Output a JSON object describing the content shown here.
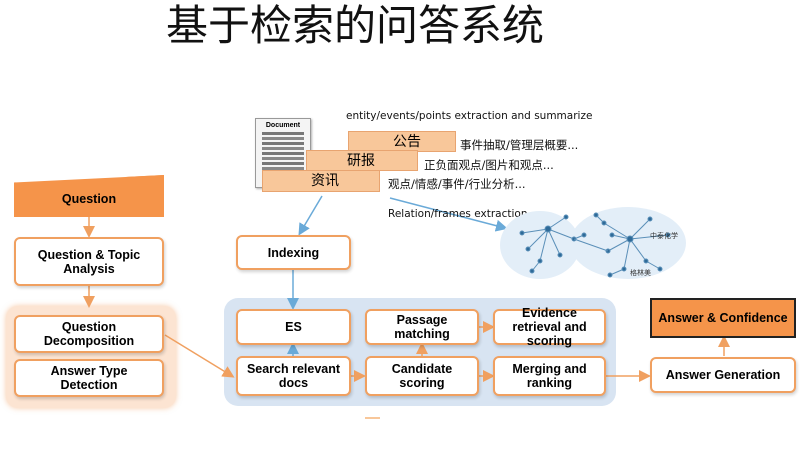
{
  "title": "基于检索的问答系统",
  "document_icon": {
    "label": "Document"
  },
  "doc_tags": {
    "gonggao": "公告",
    "yanbao": "研报",
    "zixun": "资讯"
  },
  "notes": {
    "entity_extraction": "entity/events/points  extraction  and  summarize",
    "gonggao_desc": "事件抽取/管理层概要...",
    "yanbao_desc": "正负面观点/图片和观点...",
    "zixun_desc": "观点/情感/事件/行业分析...",
    "relation_extraction": "Relation/frames  extraction"
  },
  "boxes": {
    "question": "Question",
    "question_topic": "Question & Topic Analysis",
    "question_decomposition": "Question Decomposition",
    "answer_type_detection": "Answer Type Detection",
    "indexing": "Indexing",
    "es": "ES",
    "search_relevant_docs": "Search relevant docs",
    "passage_matching": "Passage matching",
    "candidate_scoring": "Candidate scoring",
    "evidence_retrieval": "Evidence retrieval and scoring",
    "merging_ranking": "Merging and ranking",
    "answer_confidence": "Answer & Confidence",
    "answer_generation": "Answer Generation"
  },
  "graph_labels": [
    "中泰化学",
    "格林美"
  ],
  "colors": {
    "accent_orange": "#f5944a",
    "box_border": "#f0a060",
    "panel_blue": "#d8e4f2",
    "panel_orange": "#fce4d2",
    "arrow_blue": "#6aaad8"
  }
}
